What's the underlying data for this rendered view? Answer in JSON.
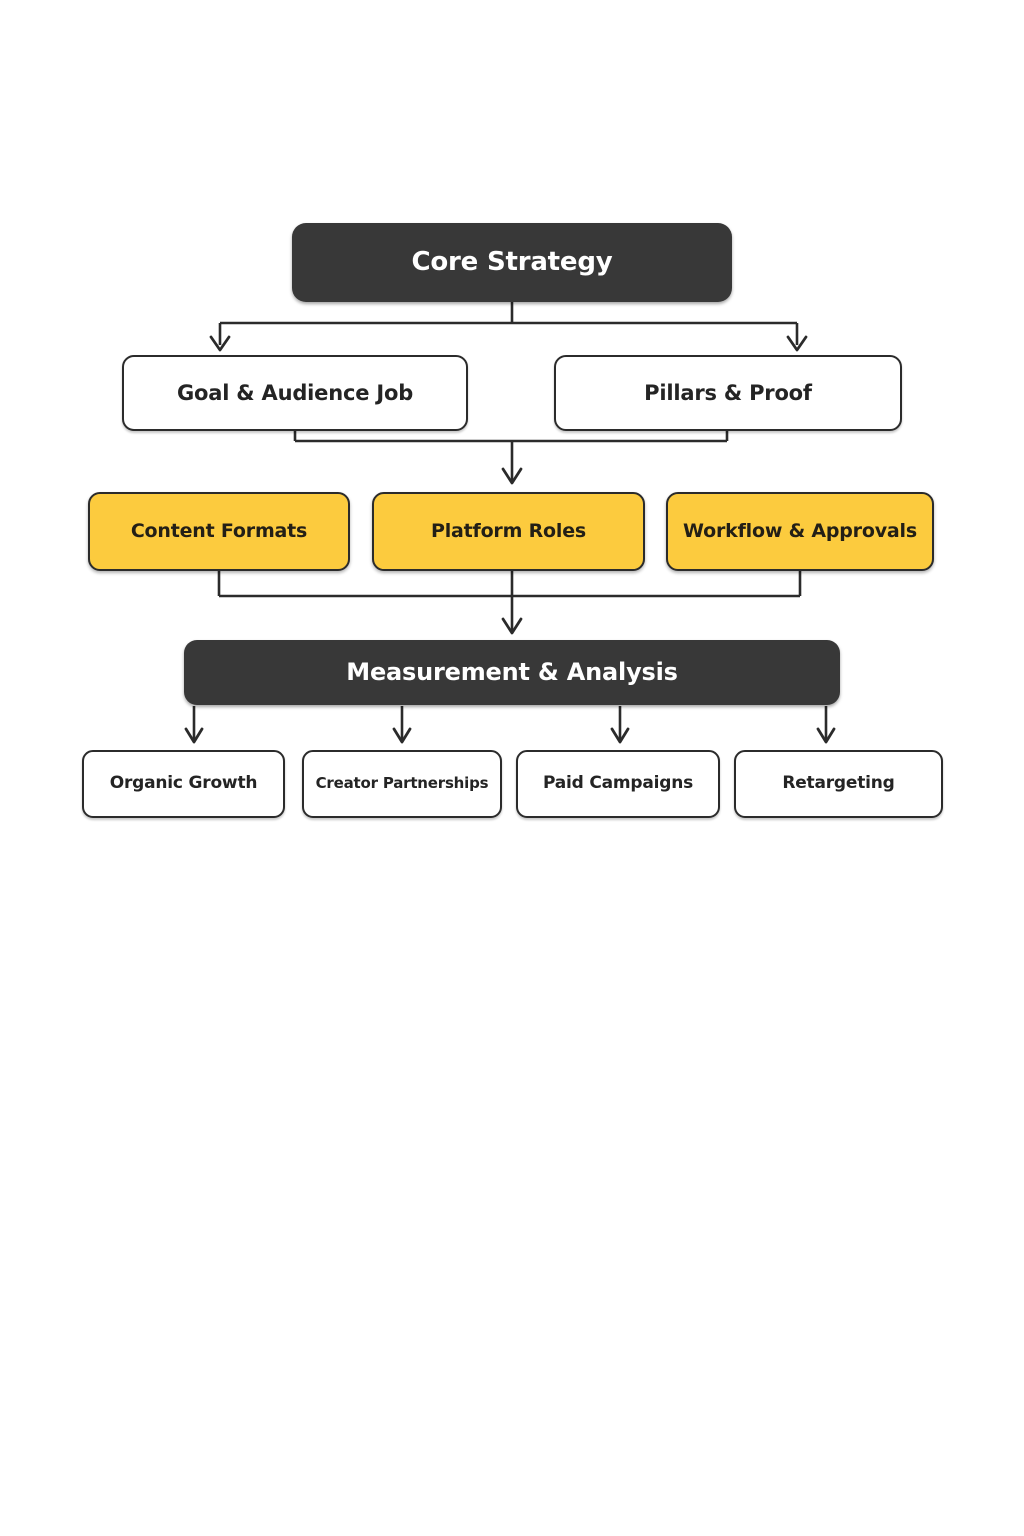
{
  "diagram": {
    "title": "Core Strategy flow",
    "colors": {
      "dark": "#383838",
      "accent": "#FCCB3E",
      "stroke": "#2b2b2b",
      "background": "#ffffff",
      "text_on_dark": "#ffffff",
      "text_on_light": "#242424"
    },
    "levels": {
      "root": {
        "label": "Core Strategy"
      },
      "strategy_inputs": [
        {
          "label": "Goal & Audience Job"
        },
        {
          "label": "Pillars & Proof"
        }
      ],
      "execution": [
        {
          "label": "Content Formats"
        },
        {
          "label": "Platform Roles"
        },
        {
          "label": "Workflow & Approvals"
        }
      ],
      "measurement": {
        "label": "Measurement & Analysis"
      },
      "channels": [
        {
          "label": "Organic Growth"
        },
        {
          "label": "Creator Partnerships"
        },
        {
          "label": "Paid Campaigns"
        },
        {
          "label": "Retargeting"
        }
      ]
    }
  }
}
